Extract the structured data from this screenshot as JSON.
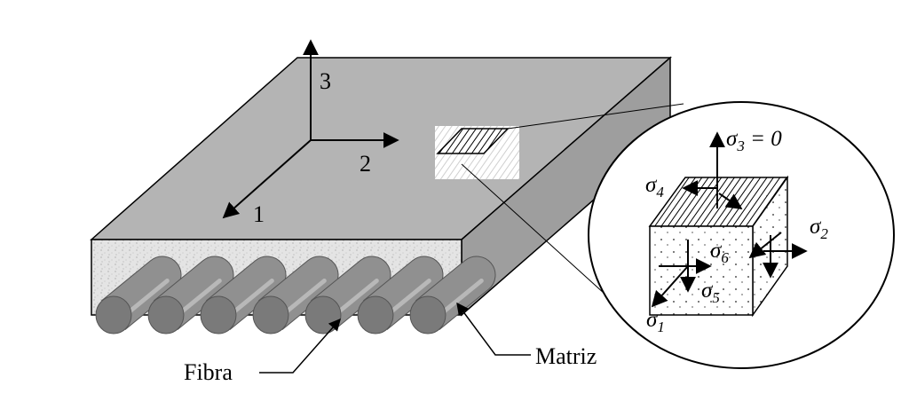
{
  "axes": {
    "axis_1": "1",
    "axis_2": "2",
    "axis_3": "3"
  },
  "labels": {
    "fiber": "Fibra",
    "matrix": "Matriz"
  },
  "stresses": {
    "s1": {
      "symbol": "σ",
      "sub": "1"
    },
    "s2": {
      "symbol": "σ",
      "sub": "2"
    },
    "s3": {
      "symbol": "σ",
      "sub": "3",
      "suffix": " = 0"
    },
    "s4": {
      "symbol": "σ",
      "sub": "4"
    },
    "s5": {
      "symbol": "σ",
      "sub": "5"
    },
    "s6": {
      "symbol": "σ",
      "sub": "6"
    }
  },
  "colors": {
    "plate_top": "#b4b4b4",
    "plate_side": "#9e9e9e",
    "matrix_face": "#e2e2e2",
    "fiber_body": "#909090",
    "fiber_end": "#7a7a7a"
  }
}
